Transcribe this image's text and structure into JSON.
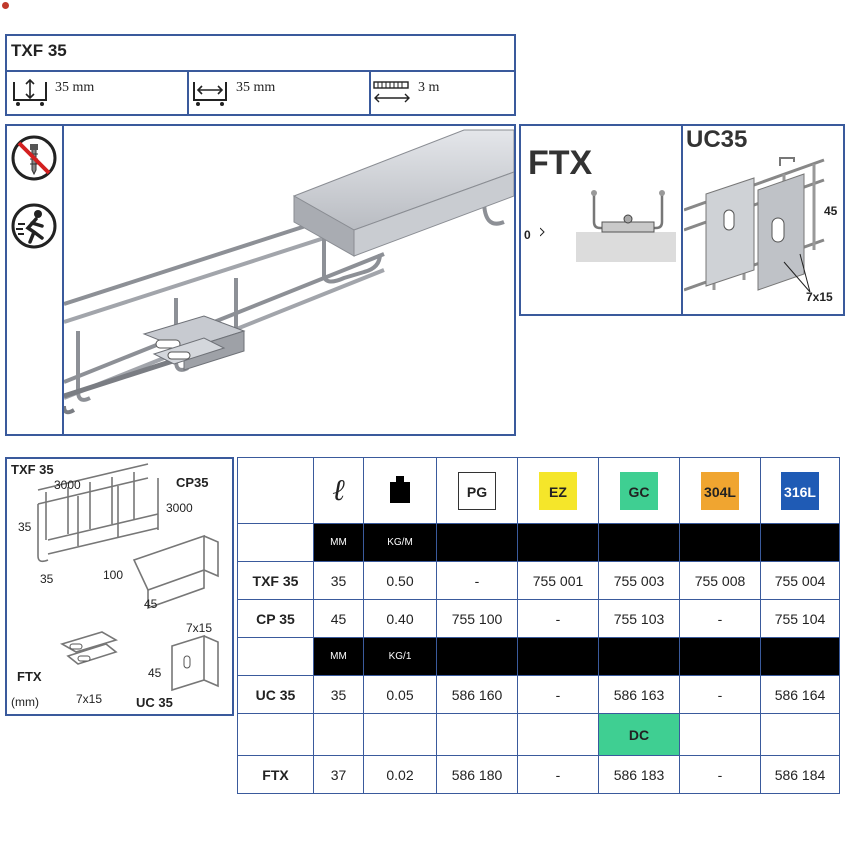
{
  "product": {
    "title": "TXF 35",
    "height_dim": "35 mm",
    "width_dim": "35 mm",
    "length_dim": "3 m"
  },
  "icons": [
    "no-screw-icon",
    "quick-install-icon"
  ],
  "detail": {
    "ftx_label": "FTX",
    "ftx_zero": "0",
    "uc_label": "UC35",
    "uc_dim1": "45",
    "uc_dim2": "7x15"
  },
  "drawing": {
    "txf_label": "TXF 35",
    "txf_len": "3000",
    "txf_h": "35",
    "txf_w1": "35",
    "txf_w2": "100",
    "cp_label": "CP35",
    "cp_len": "3000",
    "cp_h": "45",
    "ftx_label": "FTX",
    "ftx_hole": "7x15",
    "unit": "(mm)",
    "uc_label": "UC 35",
    "uc_h": "45",
    "uc_hole": "7x15"
  },
  "table": {
    "length_symbol": "ℓ",
    "finishes": [
      {
        "code": "PG",
        "bg": "#ffffff",
        "color": "#222222"
      },
      {
        "code": "EZ",
        "bg": "#f5e62a",
        "color": "#222222"
      },
      {
        "code": "GC",
        "bg": "#3fcf92",
        "color": "#222222"
      },
      {
        "code": "304L",
        "bg": "#f0a530",
        "color": "#222222"
      },
      {
        "code": "316L",
        "bg": "#1f5bb5",
        "color": "#ffffff"
      }
    ],
    "unit_row1": [
      "MM",
      "KG/M"
    ],
    "unit_row2": [
      "MM",
      "KG/1"
    ],
    "dc_label": "DC",
    "rows": [
      {
        "name": "TXF 35",
        "mm": "35",
        "kg": "0.50",
        "pg": "-",
        "ez": "755 001",
        "gc": "755 003",
        "s304": "755 008",
        "s316": "755 004"
      },
      {
        "name": "CP 35",
        "mm": "45",
        "kg": "0.40",
        "pg": "755 100",
        "ez": "-",
        "gc": "755 103",
        "s304": "-",
        "s316": "755 104"
      },
      {
        "name": "UC 35",
        "mm": "35",
        "kg": "0.05",
        "pg": "586 160",
        "ez": "-",
        "gc": "586 163",
        "s304": "-",
        "s316": "586 164"
      },
      {
        "name": "FTX",
        "mm": "37",
        "kg": "0.02",
        "pg": "586 180",
        "ez": "-",
        "gc": "586 183",
        "s304": "-",
        "s316": "586 184"
      }
    ]
  }
}
